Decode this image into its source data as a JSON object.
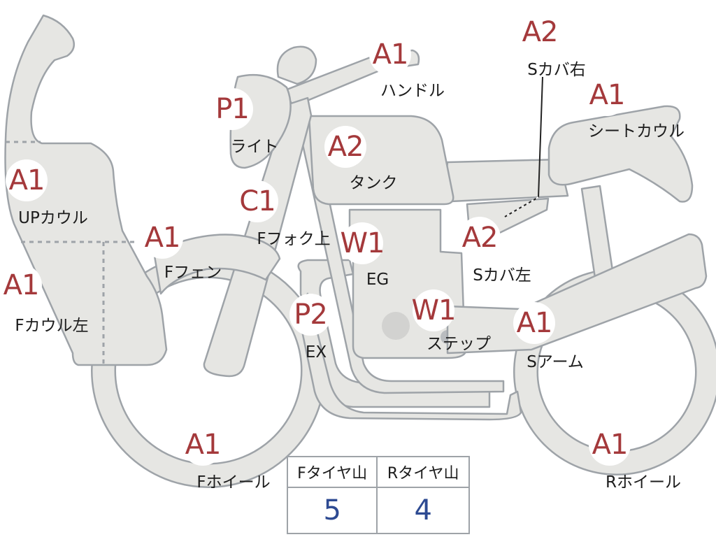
{
  "parts": [
    {
      "id": "upcowl",
      "code": "A1",
      "label": "UPカウル"
    },
    {
      "id": "fcowl-left",
      "code": "A1",
      "label": "Fカウル左"
    },
    {
      "id": "ffender",
      "code": "A1",
      "label": "Fフェン"
    },
    {
      "id": "light",
      "code": "P1",
      "label": "ライト"
    },
    {
      "id": "ffork-upper",
      "code": "C1",
      "label": "Fフォク上"
    },
    {
      "id": "handle",
      "code": "A1",
      "label": "ハンドル"
    },
    {
      "id": "tank",
      "code": "A2",
      "label": "タンク"
    },
    {
      "id": "engine",
      "code": "W1",
      "label": "EG"
    },
    {
      "id": "exhaust",
      "code": "P2",
      "label": "EX"
    },
    {
      "id": "step",
      "code": "W1",
      "label": "ステップ"
    },
    {
      "id": "scover-left",
      "code": "A2",
      "label": "Sカバ左"
    },
    {
      "id": "scover-right",
      "code": "A2",
      "label": "Sカバ右"
    },
    {
      "id": "seat-cowl",
      "code": "A1",
      "label": "シートカウル"
    },
    {
      "id": "swingarm",
      "code": "A1",
      "label": "Sアーム"
    },
    {
      "id": "fwheel",
      "code": "A1",
      "label": "Fホイール"
    },
    {
      "id": "rwheel",
      "code": "A1",
      "label": "Rホイール"
    }
  ],
  "tire_tread": {
    "front_label": "Fタイヤ山",
    "rear_label": "Rタイヤ山",
    "front_value": "5",
    "rear_value": "4"
  },
  "colors": {
    "grade_code": "#a4393b",
    "tread_value": "#2d4a92",
    "part_fill": "#e6e6e3",
    "part_outline": "#9ea3a8"
  }
}
